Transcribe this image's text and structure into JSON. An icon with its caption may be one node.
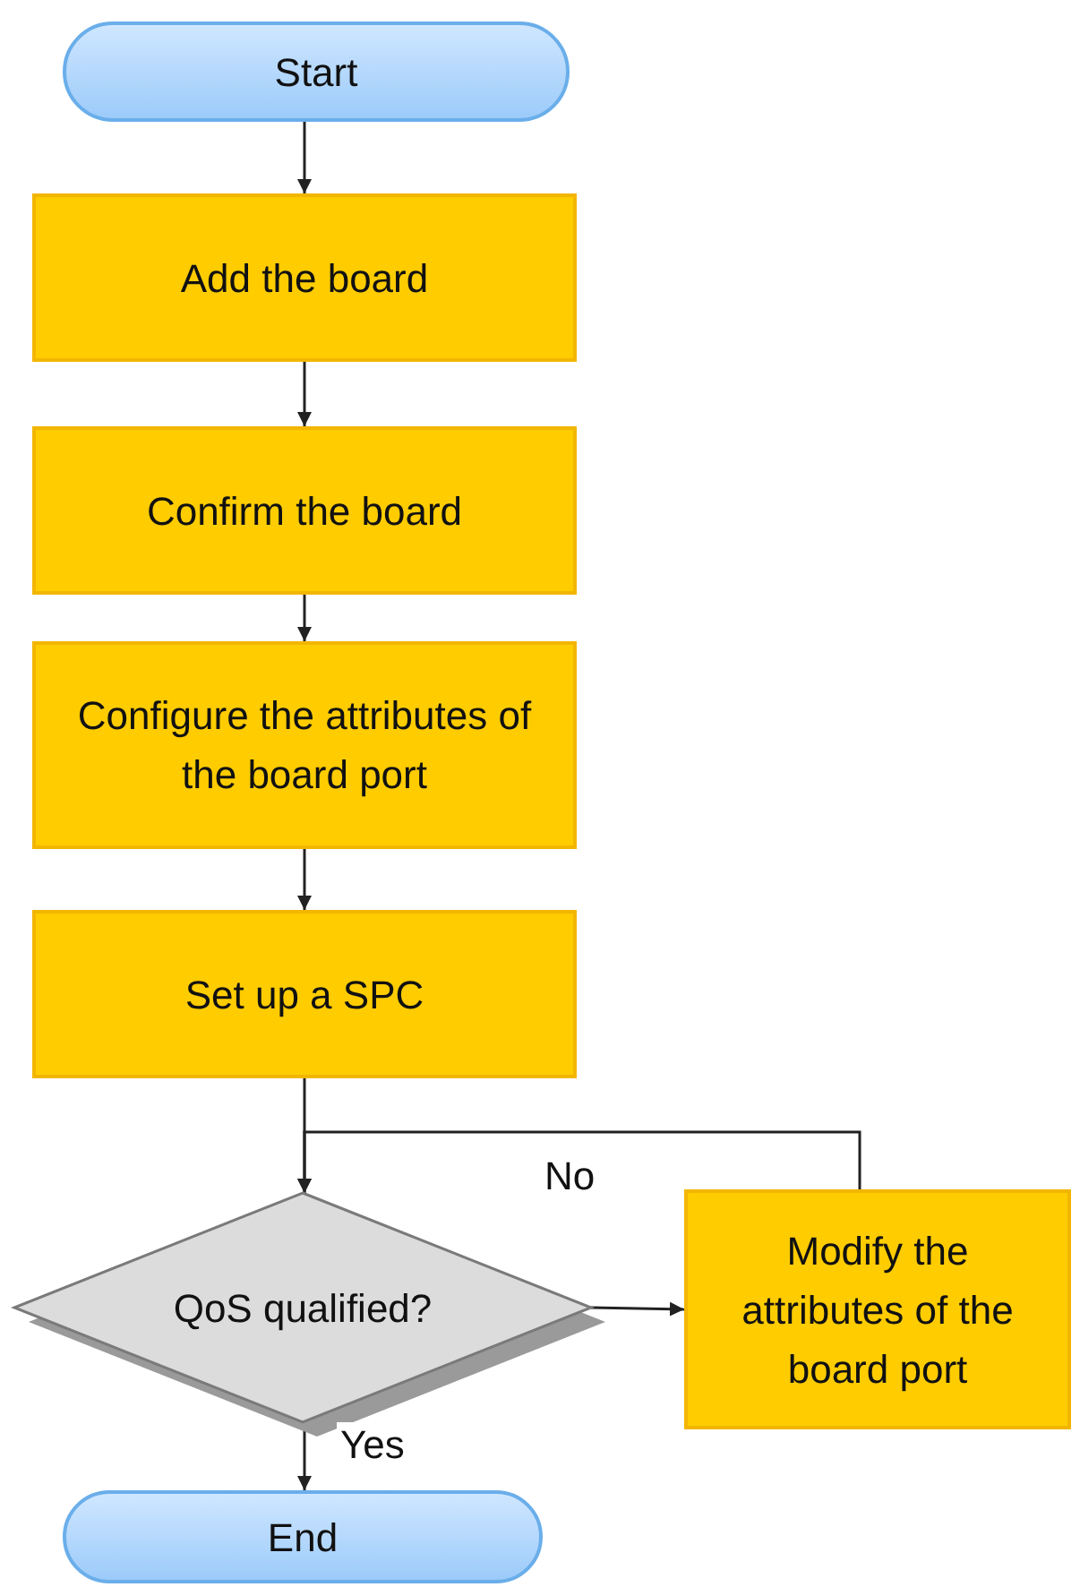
{
  "diagram": {
    "nodes": [
      {
        "text": [
          "Start"
        ]
      },
      {
        "text": [
          "Add the board"
        ]
      },
      {
        "text": [
          "Confirm the board"
        ]
      },
      {
        "text": [
          "Configure the attributes of the board port"
        ]
      },
      {
        "text": [
          "Set up a SPC"
        ]
      },
      {
        "text": [
          "QoS qualified?"
        ]
      },
      {
        "text": [
          "Modify the attributes of the board port"
        ]
      },
      {
        "text": [
          "End"
        ]
      }
    ],
    "edges": [
      {
        "from": 0,
        "to": 1,
        "arrow": "to"
      },
      {
        "from": 1,
        "to": 2,
        "arrow": "to"
      },
      {
        "from": 2,
        "to": 3,
        "arrow": "to"
      },
      {
        "from": 3,
        "to": 4,
        "arrow": "to"
      },
      {
        "from": 4,
        "to": 5,
        "arrow": "to"
      },
      {
        "from": 5,
        "to": 6,
        "arrow": "to"
      },
      {
        "from": 6,
        "to": 5,
        "arrow": "to",
        "label": "No"
      },
      {
        "from": 5,
        "to": 7,
        "arrow": "to",
        "label": "Yes"
      }
    ]
  }
}
